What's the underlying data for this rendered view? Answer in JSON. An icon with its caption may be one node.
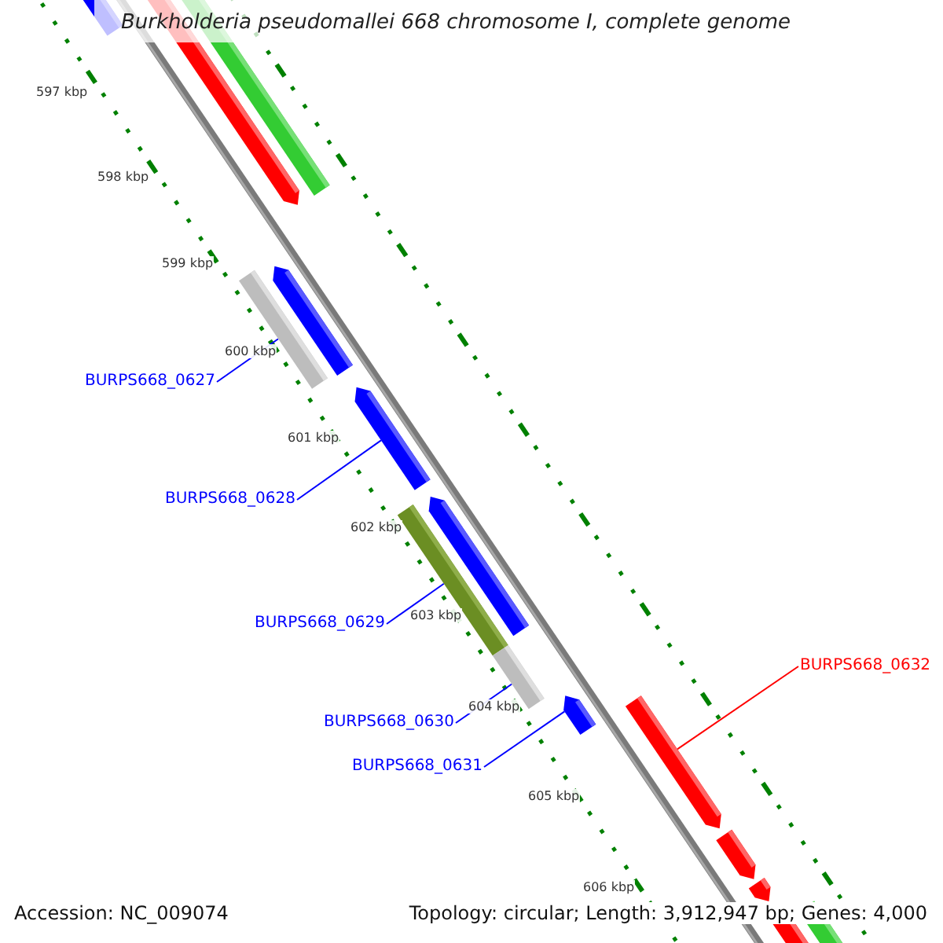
{
  "diagram": {
    "title": "Burkholderia pseudomallei 668 chromosome I, complete genome",
    "nodes": [
      {
        "text": [
          "BURPS668_0627"
        ]
      },
      {
        "text": [],
        "shape": "bar"
      },
      {
        "text": [
          "BURPS668_0628"
        ]
      },
      {
        "text": [],
        "shape": "bar"
      },
      {
        "text": [
          "BURPS668_0629"
        ]
      },
      {
        "text": [],
        "shape": "bar"
      },
      {
        "text": [
          "BURPS668_0630"
        ]
      },
      {
        "text": [],
        "shape": "bar"
      },
      {
        "text": [
          "BURPS668_0631"
        ]
      },
      {
        "text": [],
        "shape": "bar"
      },
      {
        "text": [
          "BURPS668_0632"
        ]
      },
      {
        "text": [],
        "shape": "bar"
      }
    ],
    "edges": [
      {
        "from": 0,
        "to": 1,
        "arrow": "none"
      },
      {
        "from": 2,
        "to": 3,
        "arrow": "none"
      },
      {
        "from": 4,
        "to": 5,
        "arrow": "none"
      },
      {
        "from": 6,
        "to": 7,
        "arrow": "none"
      },
      {
        "from": 8,
        "to": 9,
        "arrow": "none"
      },
      {
        "from": 10,
        "to": 11,
        "arrow": "none",
        "color": "#ff0000"
      }
    ],
    "labels": [
      "597 kbp",
      "598 kbp",
      "599 kbp",
      "600 kbp",
      "601 kbp",
      "602 kbp",
      "603 kbp",
      "604 kbp",
      "605 kbp",
      "606 kbp",
      "Accession: NC_009074",
      "Topology: circular; Length: 3,912,947 bp; Genes: 4,000"
    ]
  }
}
